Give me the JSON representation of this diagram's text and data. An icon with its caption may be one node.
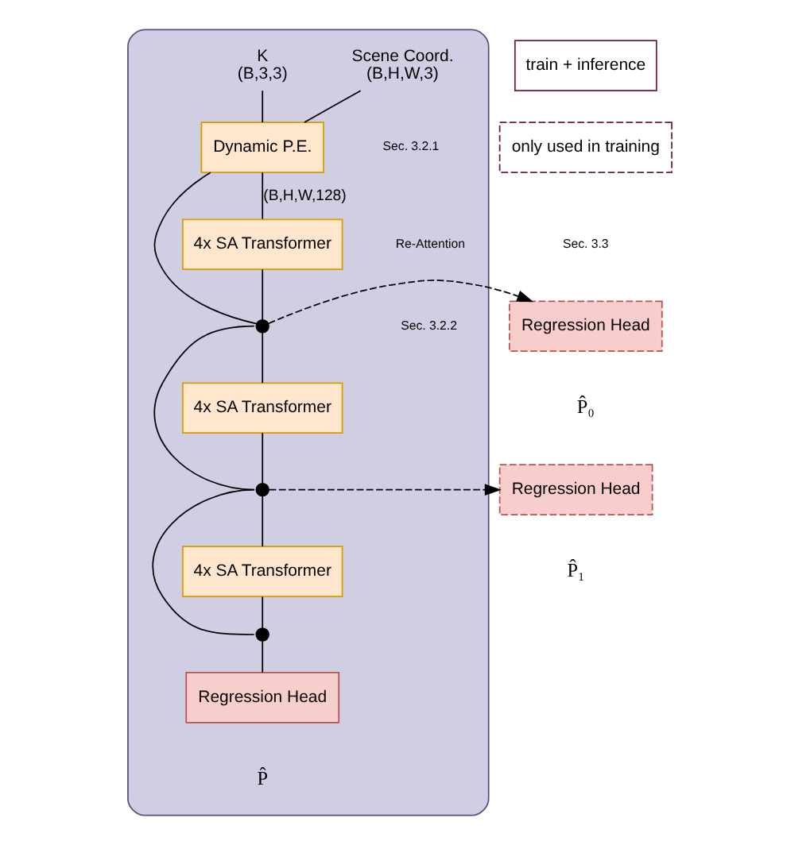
{
  "diagram": {
    "nodes": [
      {
        "text": [],
        "shape": "box"
      },
      {
        "text": [
          "Scene Coord.",
          "(B,H,W,3)"
        ],
        "in": 0
      },
      {
        "text": [
          "K",
          "(B,3,3)"
        ],
        "in": 0
      },
      {
        "text": [
          "Dynamic P.E."
        ],
        "in": 0
      },
      {
        "text": [
          "4x SA Transformer"
        ],
        "in": 0
      },
      {
        "text": [],
        "shape": "circle",
        "in": 0
      },
      {
        "text": [
          "Regression Head"
        ],
        "beside": [
          "P̂₀"
        ]
      },
      {
        "text": [
          "4x SA Transformer"
        ],
        "in": 0
      },
      {
        "text": [],
        "shape": "circle",
        "in": 0
      },
      {
        "text": [
          "Regression Head"
        ],
        "beside": [
          "P̂₁"
        ]
      },
      {
        "text": [
          "4x SA Transformer"
        ],
        "in": 0
      },
      {
        "text": [],
        "shape": "circle",
        "in": 0
      },
      {
        "text": [
          "Regression Head"
        ],
        "beside": [
          "P̂"
        ],
        "in": 0
      }
    ],
    "edges": [
      {
        "from": 1,
        "to": 3,
        "arrow": "none"
      },
      {
        "from": 2,
        "to": 3,
        "arrow": "none"
      },
      {
        "from": 3,
        "to": 4,
        "arrow": "none",
        "label": "(B,H,W,128)"
      },
      {
        "from": 3,
        "to": 5,
        "arrow": "none"
      },
      {
        "from": 4,
        "to": 5,
        "arrow": "none"
      },
      {
        "from": 5,
        "to": 6,
        "arrow": "to",
        "style": "dashed"
      },
      {
        "from": 5,
        "to": 7,
        "arrow": "none"
      },
      {
        "from": 5,
        "to": 8,
        "arrow": "none"
      },
      {
        "from": 7,
        "to": 8,
        "arrow": "none"
      },
      {
        "from": 8,
        "to": 9,
        "arrow": "to",
        "style": "dashed"
      },
      {
        "from": 8,
        "to": 10,
        "arrow": "none"
      },
      {
        "from": 8,
        "to": 11,
        "arrow": "none"
      },
      {
        "from": 10,
        "to": 11,
        "arrow": "none"
      },
      {
        "from": 11,
        "to": 12,
        "arrow": "none"
      }
    ],
    "labels": [
      "Sec. 3.2.1",
      "Re-Attention",
      "Sec. 3.2.2",
      "Sec. 3.3"
    ],
    "legend": [
      {
        "text": "train + inference"
      },
      {
        "text": "only used in training"
      }
    ]
  }
}
